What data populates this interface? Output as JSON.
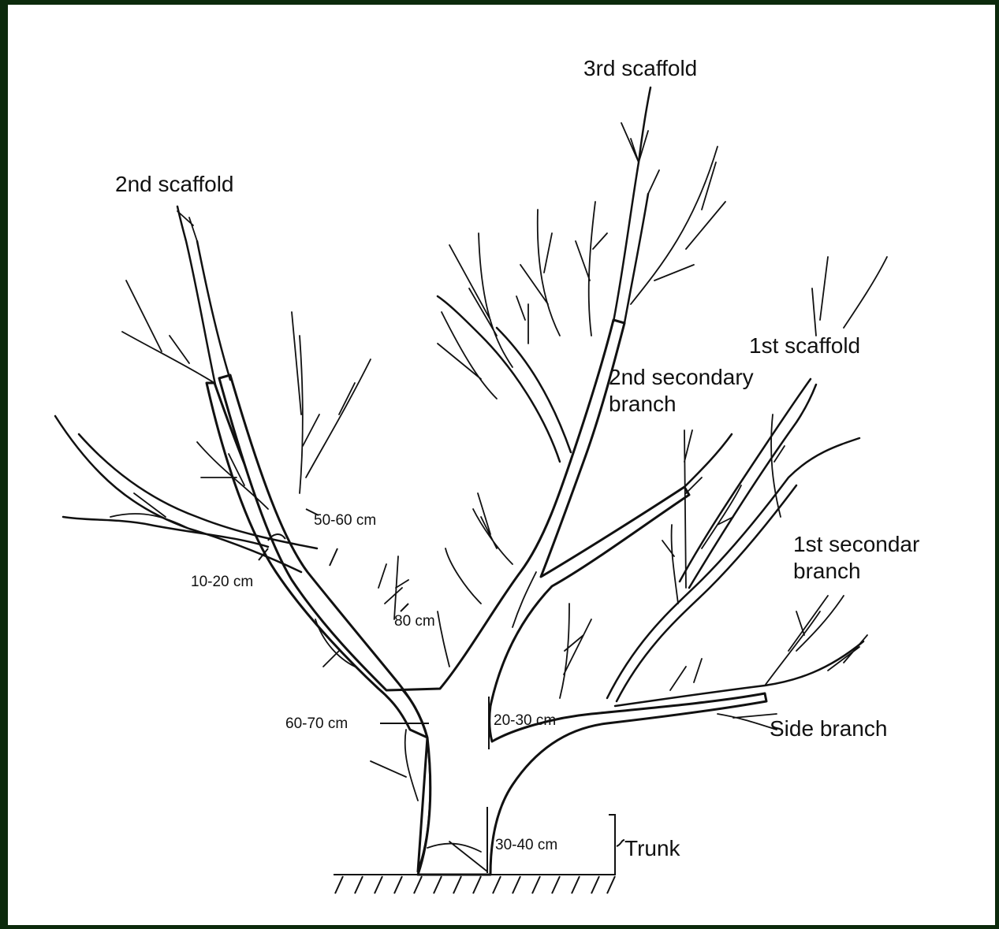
{
  "diagram": {
    "labels": {
      "third_scaffold": "3rd scaffold",
      "second_scaffold": "2nd scaffold",
      "first_scaffold": "1st scaffold",
      "second_secondary_line1": "2nd secondary",
      "second_secondary_line2": "branch",
      "first_secondary_line1": "1st secondar",
      "first_secondary_line2": "branch",
      "side_branch": "Side branch",
      "trunk": "Trunk",
      "dim_50_60": "50-60 cm",
      "dim_10_20": "10-20 cm",
      "dim_80": "80 cm",
      "dim_60_70": "60-70 cm",
      "dim_20_30": "20-30 cm",
      "dim_30_40": "30-40 cm"
    }
  }
}
